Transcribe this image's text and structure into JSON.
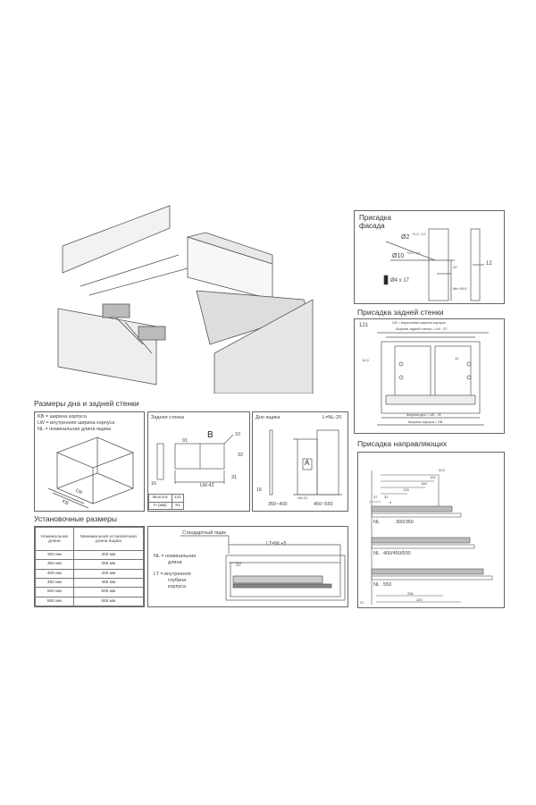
{
  "sections": {
    "bottom_back": "Размеры дна и задней стенки",
    "install": "Установочные размеры",
    "facade": "Присадка фасада",
    "back_wall": "Присадка задней стенки",
    "rails": "Присадка направляющих"
  },
  "legend": [
    "KB = ширина корпуса",
    "LW = внутренняя ширина корпуса",
    "NL = номинальная длина ящика"
  ],
  "iso_labels": {
    "lw": "LW",
    "kb": "KB"
  },
  "back_panel": {
    "title": "Задняя стенка",
    "letter": "B",
    "dim_91": "91",
    "dim_10": "10",
    "dim_32": "32",
    "dim_lw": "LW-42",
    "dim_16": "16",
    "dim_31": "31",
    "height_label": "Высота",
    "height_val": "121",
    "h_label": "H (мм)",
    "h_val": "91"
  },
  "bottom_panel": {
    "title": "Дно ящика",
    "formula": "L=NL-20",
    "letter": "A",
    "range1": "350~400",
    "range2": "450~550",
    "dim_16": "16",
    "dim_lw": "LW-21"
  },
  "install_table": {
    "headers": [
      "Номинальная длина",
      "Минимальная установочная длина ящика"
    ],
    "rows": [
      [
        "300 мм",
        "305 мм"
      ],
      [
        "350 мм",
        "355 мм"
      ],
      [
        "400 мм",
        "405 мм"
      ],
      [
        "450 мм",
        "455 мм"
      ],
      [
        "500 мм",
        "505 мм"
      ],
      [
        "550 мм",
        "555 мм"
      ]
    ]
  },
  "install_diagram": {
    "std_drawer": "Стандартный ящик",
    "lt": "LT=NL+5",
    "d37": "37",
    "nl_def": "NL = номинальная",
    "nl_def2": "длина",
    "lt_def": "LT = внутренняя",
    "lt_def2": "глубина",
    "lt_def3": "корпуса"
  },
  "facade": {
    "d2": "Ø2",
    "d2_tol": "+0,2 / -0,1",
    "d10": "Ø10",
    "d10_tol": "+0,2 / -0,1",
    "screw": "Ø4 x 17",
    "d12": "12",
    "d32": "32",
    "min": "Min 59,5"
  },
  "back_wall": {
    "height": "121",
    "lw": "LW = внутренняя ширина корпуса",
    "back_w": "Ширина задней стенки = LW - 57",
    "d145": "14,5",
    "d12": "12",
    "bottom_w": "Ширина дна = LW - 21",
    "kb": "Ширина корпуса = KB"
  },
  "rails": {
    "d224": "224",
    "d192": "192",
    "d160": "160",
    "d128": "128",
    "d37": "37",
    "d32": "32",
    "d9": "9",
    "nl": "NL",
    "g1": "300/350",
    "g2": "400/450/500",
    "g3": "550",
    "d256": "256",
    "d320": "320",
    "d37b": "37"
  }
}
